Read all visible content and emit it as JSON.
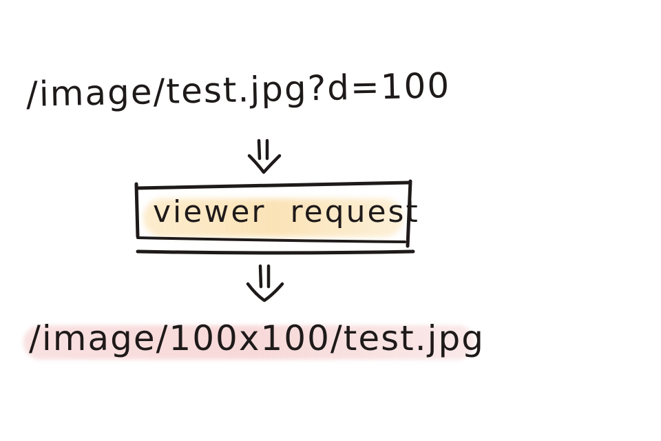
{
  "diagram": {
    "input_url": "/image/test.jpg?d=100",
    "box_label": "viewer request",
    "output_url": "/image/100x100/test.jpg",
    "arrows": [
      {
        "from": "input-url",
        "to": "viewer-request-box"
      },
      {
        "from": "viewer-request-box",
        "to": "output-url"
      }
    ]
  },
  "colors": {
    "ink": "#1f1a1a",
    "box_highlight": "#f9e2b8",
    "output_highlight": "#f6d6d6"
  }
}
